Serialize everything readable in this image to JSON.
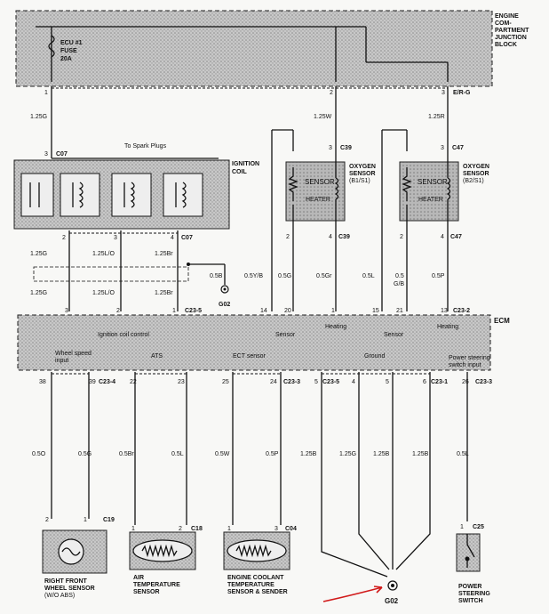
{
  "junction_block": {
    "label_lines": [
      "ENGINE",
      "COM-",
      "PARTMENT",
      "JUNCTION",
      "BLOCK"
    ],
    "fuse_lines": [
      "ECU #1",
      "FUSE",
      "20A"
    ]
  },
  "jb_pins": [
    "1",
    "2",
    "3"
  ],
  "jb_e_r_g": "E/R-G",
  "top_wires": [
    "1.25G",
    "1.25W",
    "1.25R"
  ],
  "ignition": {
    "connector_pin": "3",
    "connector": "C07",
    "to_spark_plugs": "To Spark Plugs",
    "label_lines": [
      "IGNITION",
      "COIL"
    ],
    "pins_bottom": [
      "2",
      "3",
      "4"
    ],
    "connector_bottom": "C07"
  },
  "o2_b1": {
    "pin_top": "3",
    "conn_top": "C39",
    "sensor": "SENSOR",
    "heater": "HEATER",
    "label_lines": [
      "OXYGEN",
      "SENSOR",
      "(B1/S1)"
    ],
    "pins_bottom": [
      "2",
      "4"
    ],
    "conn_bottom": "C39"
  },
  "o2_b2": {
    "pin_top": "3",
    "conn_top": "C47",
    "sensor": "SENSOR",
    "heater": "HEATER",
    "label_lines": [
      "OXYGEN",
      "SENSOR",
      "(B2/S1)"
    ],
    "pins_bottom": [
      "2",
      "4"
    ],
    "conn_bottom": "C47"
  },
  "ign_wires_upper": [
    "1.25G",
    "1.25L/O",
    "1.25Br"
  ],
  "ign_wires_lower": [
    "1.25G",
    "1.25L/O",
    "1.25Br"
  ],
  "g02_mid": {
    "wire": "0.5B",
    "label": "G02"
  },
  "o2_wires": [
    "0.5Y/B",
    "0.5G",
    "0.5Gr",
    "0.5L",
    "0.5",
    "G/B",
    "0.5P"
  ],
  "ecm_top_pins": [
    "3",
    "2",
    "1",
    "14",
    "20",
    "1",
    "15",
    "21",
    "13"
  ],
  "ecm_top_conns": [
    "C23-5",
    "C23-2"
  ],
  "ecm_label": "ECM",
  "ecm_group_top": [
    "Ignition coil control",
    "Sensor",
    "Heating",
    "Sensor",
    "Heating"
  ],
  "ecm_group_bottom": [
    "Wheel speed",
    "input",
    "ATS",
    "ECT sensor",
    "Ground",
    "Power steering",
    "switch input"
  ],
  "ecm_bottom_pins": [
    "38",
    "39",
    "22",
    "23",
    "25",
    "24",
    "5",
    "4",
    "5",
    "6",
    "26"
  ],
  "ecm_bottom_conns": [
    "C23-4",
    "C23-3",
    "C23-5",
    "C23-1",
    "C23-3"
  ],
  "bottom_wires": [
    "0.5O",
    "0.5G",
    "0.5Br",
    "0.5L",
    "0.5W",
    "0.5P",
    "1.25B",
    "1.25G",
    "1.25B",
    "1.25B",
    "0.5L"
  ],
  "components": [
    {
      "pins": [
        "2",
        "1"
      ],
      "conn": "C19",
      "lines": [
        "RIGHT FRONT",
        "WHEEL SENSOR",
        "(W/O ABS)"
      ]
    },
    {
      "pins": [
        "1",
        "2"
      ],
      "conn": "C18",
      "lines": [
        "AIR",
        "TEMPERATURE",
        "SENSOR"
      ]
    },
    {
      "pins": [
        "1",
        "3"
      ],
      "conn": "C04",
      "lines": [
        "ENGINE COOLANT",
        "TEMPERATURE",
        "SENSOR & SENDER"
      ]
    },
    {
      "pins": [
        "1"
      ],
      "conn": "C25",
      "lines": [
        "POWER",
        "STEERING",
        "SWITCH"
      ]
    }
  ],
  "ground_bottom": "G02",
  "colors": {
    "hatch": "#a9a9a9",
    "wire": "#111111",
    "arrow": "#d11a1a"
  }
}
